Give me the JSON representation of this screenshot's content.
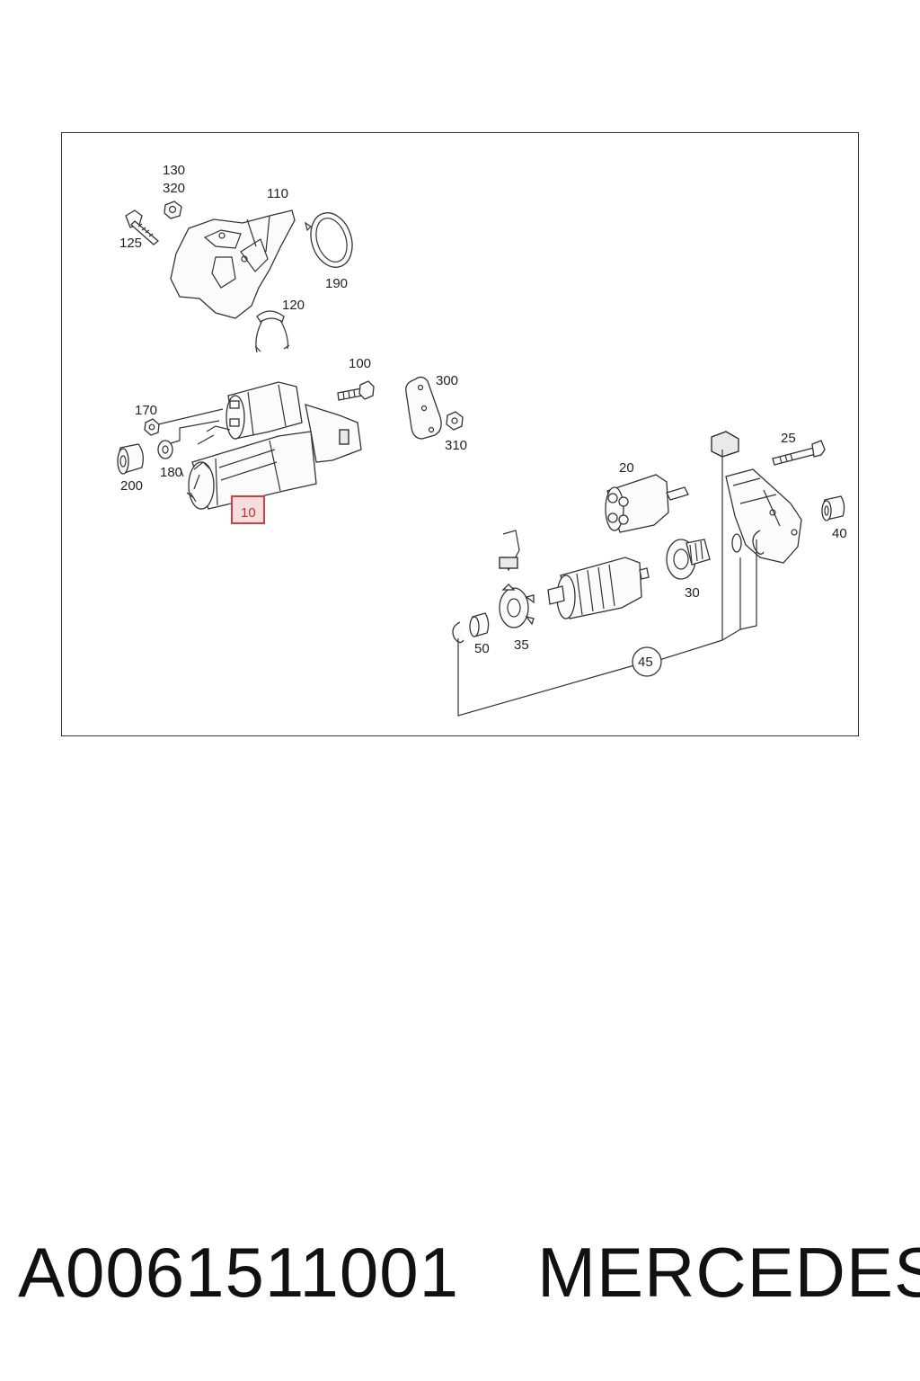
{
  "diagram": {
    "labels": {
      "l130": "130",
      "l320": "320",
      "l110": "110",
      "l125": "125",
      "l190": "190",
      "l120": "120",
      "l100": "100",
      "l300": "300",
      "l310": "310",
      "l170": "170",
      "l180": "180",
      "l200": "200",
      "l10": "10",
      "l25": "25",
      "l20": "20",
      "l40": "40",
      "l30": "30",
      "l35": "35",
      "l50": "50",
      "l45": "45"
    },
    "highlighted_part": "10",
    "highlight_color": "#d04040"
  },
  "footer": {
    "part_number": "A0061511001",
    "brand": "MERCEDES"
  }
}
